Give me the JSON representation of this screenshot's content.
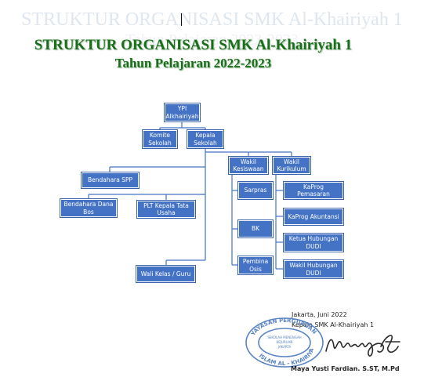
{
  "header": {
    "ghost_title": "STRUKTUR ORGANISASI SMK Al-Khairiyah 1",
    "ghost_subtitle": "Tahun Pelajaran 2022-2023",
    "title": "STRUKTUR ORGANISASI SMK Al-Khairiyah 1",
    "subtitle": "Tahun Pelajaran 2022-2023"
  },
  "org": {
    "ypi": "YPI Alkhairiyah",
    "komite": "Komite Sekolah",
    "kepala": "Kepala Sekolah",
    "wakil_kesiswaan": "Wakil Kesiswaan",
    "wakil_kurikulum": "Wakil Kurikulum",
    "bendahara_spp": "Bendahara SPP",
    "bendahara_bos": "Bendahara Dana Bos",
    "plt_tata_usaha": "PLT Kepala Tata Usaha",
    "wali_kelas": "Wali Kelas / Guru",
    "sarpras": "Sarpras",
    "bk": "BK",
    "pembina_osis": "Pembina Osis",
    "kaprog_pemasaran": "KaProg Pemasaran",
    "kaprog_akuntansi": "KaProg Akuntansi",
    "ketua_dudi": "Ketua Hubungan DUDI",
    "wakil_dudi": "Wakil Hubungan DUDI"
  },
  "signature": {
    "place_date": "Jakarta, Juni 2022",
    "position": "Kepala SMK Al-Khairiyah 1",
    "name": "Maya Yusti Fardian. S.ST, M.Pd",
    "stamp_text": "YAYASAN PERGURUAN ISLAM AL - KHAIRIYAH",
    "stamp_inner_1": "SEKOLAH MENENGAH",
    "stamp_inner_2": "KEJURUAN",
    "stamp_inner_3": "JAKARTA"
  },
  "colors": {
    "box_fill": "#4472c4",
    "line": "#4472c4",
    "title_green": "#1a6d1a",
    "stamp_blue": "#5a84c4"
  }
}
